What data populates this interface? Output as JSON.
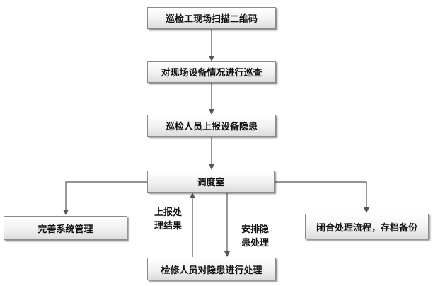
{
  "nodes": {
    "scan_qr": "巡检工现场扫描二维码",
    "inspect_equipment": "对现场设备情况进行巡查",
    "report_hazard": "巡检人员上报设备隐患",
    "dispatch_room": "调度室",
    "system_management": "完善系统管理",
    "close_process": "闭合处理流程，存档备份",
    "repair_staff": "检修人员对隐患进行处理"
  },
  "edge_labels": {
    "report_result_line1": "上报处",
    "report_result_line2": "理结果",
    "arrange_line1": "安排隐",
    "arrange_line2": "患处理"
  },
  "colors": {
    "line": "#555555",
    "box_border": "#8a8a8a"
  }
}
